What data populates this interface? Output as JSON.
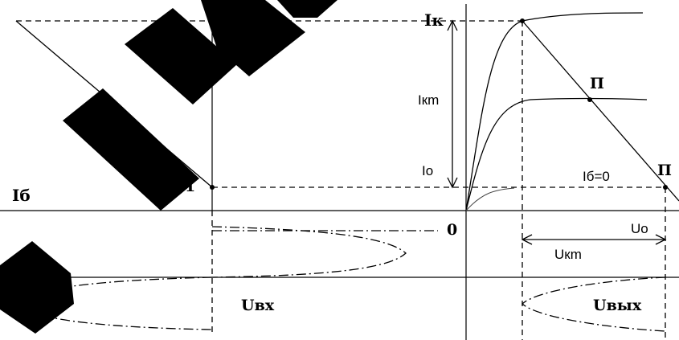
{
  "labels": {
    "ik_left": "Iк",
    "ik_right": "Iк",
    "ikm": "Iкm",
    "io": "Iо",
    "ib_axis": "Iб",
    "p1": "П1",
    "p": "П",
    "p2": "П",
    "ib_zero": "Iб=0",
    "origin": "0",
    "uo": "Uо",
    "ukm": "Uкm",
    "uvx": "Uвх",
    "uvyx": "Uвых"
  },
  "watermark": {
    "color": "#000000",
    "icon": "watermark-text-shapes"
  }
}
